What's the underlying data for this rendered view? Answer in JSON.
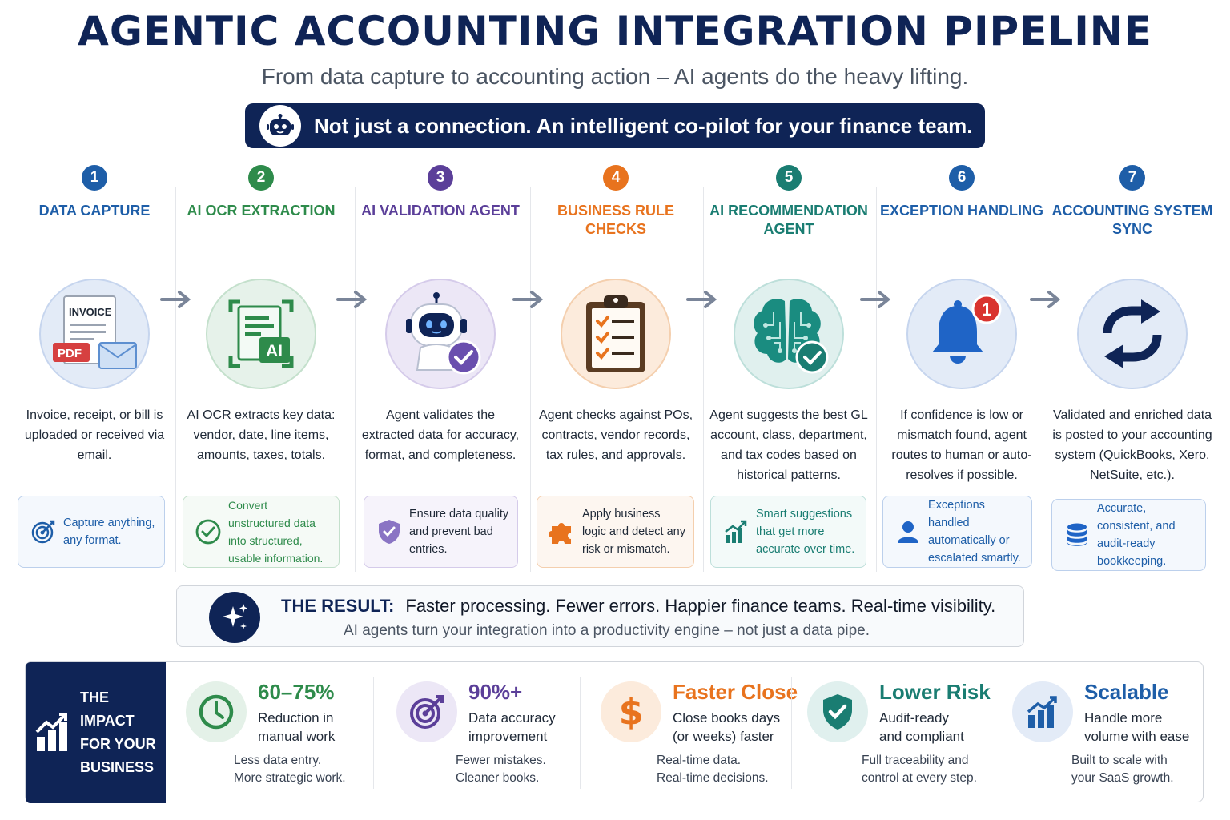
{
  "title": "AGENTIC ACCOUNTING INTEGRATION PIPELINE",
  "subtitle": "From data capture to accounting action – AI agents do the heavy lifting.",
  "banner": {
    "text": "Not just a connection. An intelligent co-pilot for your finance team.",
    "icon": "robot-icon"
  },
  "colors": {
    "navy": "#0f2456",
    "blue": "#1e5ea8",
    "green": "#2e8b4b",
    "purple": "#5b3f99",
    "orange": "#e8731e",
    "teal": "#1a7d72",
    "gray": "#6b7280"
  },
  "steps": [
    {
      "number": "1",
      "title": "DATA CAPTURE",
      "desc": "Invoice, receipt, or bill is uploaded or received via email.",
      "card": "Capture anything, any format.",
      "icon": "invoice-icon",
      "card_icon": "target-icon",
      "color": "#1e5ea8",
      "icon_labels": [
        "INVOICE",
        "PDF"
      ]
    },
    {
      "number": "2",
      "title": "AI OCR EXTRACTION",
      "desc": "AI OCR extracts key data: vendor, date, line items, amounts, taxes, totals.",
      "card": "Convert unstructured data into structured, usable information.",
      "icon": "ai-scan-icon",
      "card_icon": "check-circle-icon",
      "color": "#2e8b4b",
      "icon_labels": [
        "AI"
      ]
    },
    {
      "number": "3",
      "title": "AI VALIDATION AGENT",
      "desc": "Agent validates the extracted data for accuracy, format, and completeness.",
      "card": "Ensure data quality and prevent bad entries.",
      "icon": "robot-check-icon",
      "card_icon": "shield-check-icon",
      "color": "#5b3f99"
    },
    {
      "number": "4",
      "title": "BUSINESS RULE CHECKS",
      "desc": "Agent checks against POs, contracts, vendor records, tax rules, and approvals.",
      "card": "Apply business logic and detect any risk or mismatch.",
      "icon": "checklist-icon",
      "card_icon": "puzzle-icon",
      "color": "#e8731e"
    },
    {
      "number": "5",
      "title": "AI RECOMMENDATION AGENT",
      "desc": "Agent suggests the best GL account, class, department, and tax codes based on historical patterns.",
      "card": "Smart suggestions that get more accurate over time.",
      "icon": "brain-icon",
      "card_icon": "chart-up-icon",
      "color": "#1a7d72"
    },
    {
      "number": "6",
      "title": "EXCEPTION HANDLING",
      "desc": "If confidence is low or mismatch found, agent routes to human or auto-resolves if possible.",
      "card": "Exceptions handled automatically or escalated smartly.",
      "icon": "bell-icon",
      "card_icon": "user-icon",
      "color": "#1e5ea8",
      "icon_labels": [
        "1"
      ]
    },
    {
      "number": "7",
      "title": "ACCOUNTING SYSTEM SYNC",
      "desc": "Validated and enriched data is posted to your accounting system (QuickBooks, Xero, NetSuite, etc.).",
      "card": "Accurate, consistent, and audit-ready bookkeeping.",
      "icon": "sync-icon",
      "card_icon": "database-icon",
      "color": "#1e5ea8"
    }
  ],
  "result": {
    "label": "THE RESULT:",
    "line1": "Faster processing. Fewer errors. Happier finance teams. Real-time visibility.",
    "line2": "AI agents turn your integration into a productivity engine – not just a data pipe.",
    "icon": "sparkle-icon"
  },
  "impact": {
    "label_lines": [
      "THE IMPACT",
      "FOR YOUR",
      "BUSINESS"
    ],
    "icon": "growth-chart-icon",
    "metrics": [
      {
        "value": "60–75%",
        "label": [
          "Reduction in",
          "manual work"
        ],
        "sub": [
          "Less data entry.",
          "More strategic work."
        ],
        "icon": "clock-icon",
        "color": "#2e8b4b"
      },
      {
        "value": "90%+",
        "label": [
          "Data accuracy",
          "improvement"
        ],
        "sub": [
          "Fewer mistakes.",
          "Cleaner books."
        ],
        "icon": "target-icon",
        "color": "#5b3f99"
      },
      {
        "value": "Faster Close",
        "label": [
          "Close books days",
          "(or weeks) faster"
        ],
        "sub": [
          "Real-time data.",
          "Real-time decisions."
        ],
        "icon": "dollar-icon",
        "color": "#e8731e"
      },
      {
        "value": "Lower Risk",
        "label": [
          "Audit-ready",
          "and compliant"
        ],
        "sub": [
          "Full traceability and",
          "control at every step."
        ],
        "icon": "shield-check-icon",
        "color": "#1a7d72"
      },
      {
        "value": "Scalable",
        "label": [
          "Handle more",
          "volume with ease"
        ],
        "sub": [
          "Built to scale with",
          "your SaaS growth."
        ],
        "icon": "chart-up-icon",
        "color": "#1e5ea8"
      }
    ]
  }
}
